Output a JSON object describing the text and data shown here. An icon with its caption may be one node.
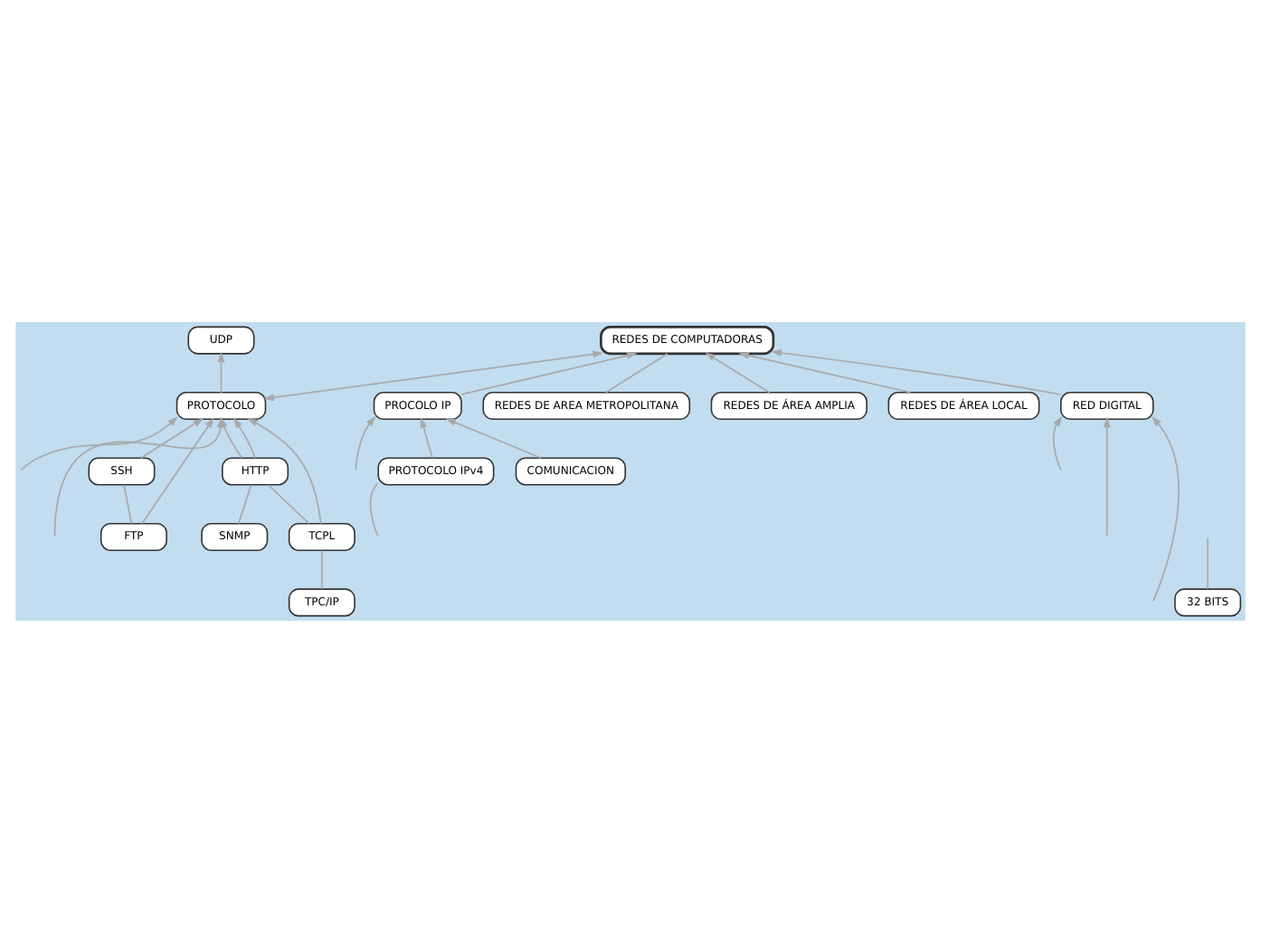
{
  "diagram": {
    "nodes": [
      {
        "text": [
          "REDES DE COMPUTADORAS"
        ]
      },
      {
        "text": [
          "RED DIGITAL"
        ]
      },
      {
        "text": [
          "PROTOCOLO"
        ]
      },
      {
        "text": [
          "PROCOLO IP"
        ]
      },
      {
        "text": [
          "REDES DE AREA METROPOLITANA"
        ]
      },
      {
        "text": [
          "REDES DE ÁREA AMPLIA"
        ]
      },
      {
        "text": [
          "REDES DE ÁREA LOCAL"
        ]
      },
      {
        "text": [
          "TPC/IP"
        ]
      },
      {
        "text": [
          "TCPL"
        ]
      },
      {
        "text": [
          "HTTP"
        ]
      },
      {
        "text": [
          "SNMP"
        ]
      },
      {
        "text": [
          "FTP"
        ]
      },
      {
        "text": [
          "SSH"
        ]
      },
      {
        "text": [
          "UDP"
        ]
      },
      {
        "text": [
          "32 BITS"
        ]
      },
      {
        "text": [
          "PROTOCOLO IPv4"
        ]
      },
      {
        "text": [
          "COMUNICACION"
        ]
      }
    ],
    "edges": [
      {
        "from": 1,
        "to": 0,
        "arrow": "to"
      },
      {
        "from": 2,
        "to": 0,
        "arrow": "both"
      },
      {
        "from": 3,
        "to": 0,
        "arrow": "to"
      },
      {
        "from": 4,
        "to": 0,
        "arrow": "none"
      },
      {
        "from": 5,
        "to": 0,
        "arrow": "to"
      },
      {
        "from": 6,
        "to": 0,
        "arrow": "to"
      },
      {
        "from": null,
        "to": 1,
        "arrow": "to"
      },
      {
        "from": null,
        "to": 1,
        "arrow": "to"
      },
      {
        "from": null,
        "to": 1,
        "arrow": "to"
      },
      {
        "from": 7,
        "to": 8,
        "arrow": "none"
      },
      {
        "from": 8,
        "to": 9,
        "arrow": "none"
      },
      {
        "from": 8,
        "to": 2,
        "arrow": "to"
      },
      {
        "from": 10,
        "to": 9,
        "arrow": "none"
      },
      {
        "from": 9,
        "to": 2,
        "arrow": "to"
      },
      {
        "from": 9,
        "to": 2,
        "arrow": "to"
      },
      {
        "from": 11,
        "to": 12,
        "arrow": "none"
      },
      {
        "from": 11,
        "to": 2,
        "arrow": "to"
      },
      {
        "from": 12,
        "to": 2,
        "arrow": "to"
      },
      {
        "from": 2,
        "to": 13,
        "arrow": "to"
      },
      {
        "from": null,
        "to": 2,
        "arrow": "to"
      },
      {
        "from": null,
        "to": 2,
        "arrow": "to"
      },
      {
        "from": 14,
        "to": null,
        "arrow": "none"
      },
      {
        "from": 15,
        "to": 3,
        "arrow": "to"
      },
      {
        "from": null,
        "to": 15,
        "arrow": "none"
      },
      {
        "from": null,
        "to": 3,
        "arrow": "to"
      },
      {
        "from": 16,
        "to": 3,
        "arrow": "to"
      }
    ]
  }
}
